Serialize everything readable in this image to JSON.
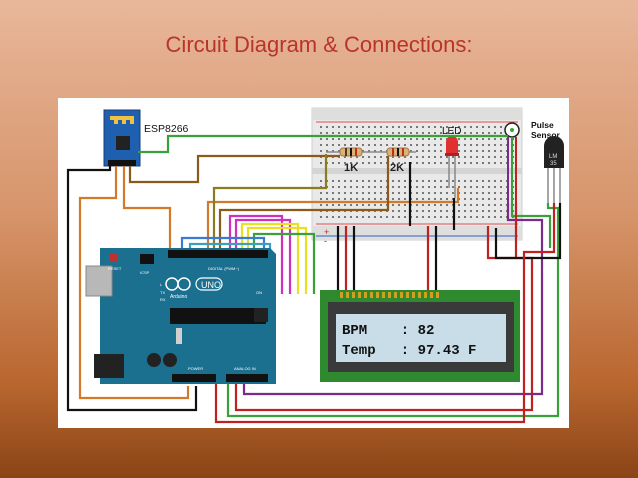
{
  "slide": {
    "title": "Circuit Diagram & Connections:"
  },
  "diagram": {
    "esp_label": "ESP8266",
    "led_label": "LED",
    "pulse_label_line1": "Pulse",
    "pulse_label_line2": "Sensor",
    "temp_sensor_label_line1": "LM",
    "temp_sensor_label_line2": "35",
    "resistor1_label": "1K",
    "resistor2_label": "2K",
    "arduino_brand": "UNO",
    "arduino_sub": "Arduino",
    "arduino_text_reset": "RESET",
    "arduino_text_icsp": "ICSP",
    "arduino_text_digital": "DIGITAL (PWM~)",
    "arduino_text_power": "POWER",
    "arduino_text_analog": "ANALOG IN",
    "arduino_text_on": "ON",
    "arduino_text_l": "L",
    "arduino_text_tx": "TX",
    "arduino_text_rx": "RX",
    "lcd_line1": "BPM    : 82",
    "lcd_line2": "Temp   : 97.43 F",
    "breadboard_plus": "+",
    "breadboard_minus": "-"
  },
  "colors": {
    "title": "#b8342a",
    "arduino": "#1b6f8f",
    "lcd_frame": "#2f8a2f",
    "lcd_screen": "#c9dde8"
  }
}
